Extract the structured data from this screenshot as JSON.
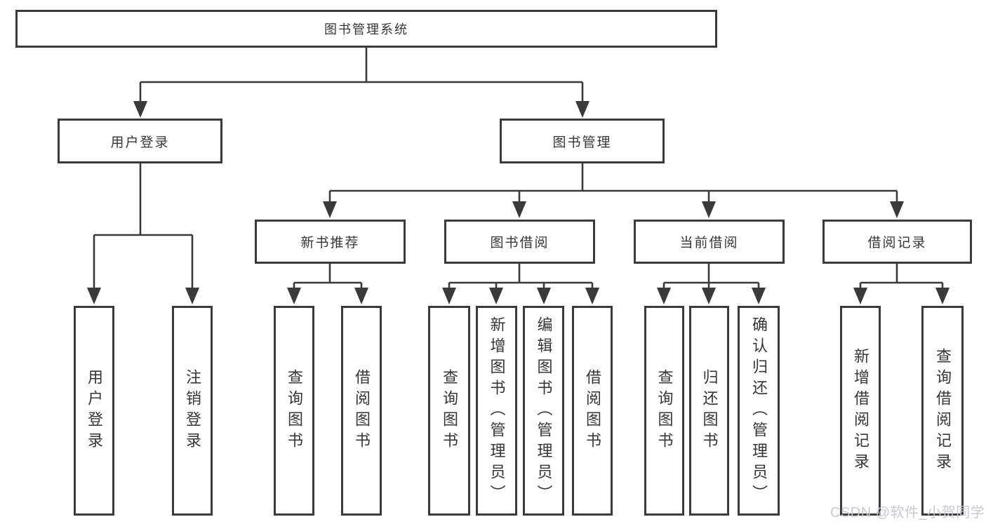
{
  "diagram": {
    "root": "图书管理系统",
    "user_login": {
      "label": "用户登录",
      "children": [
        "用户登录",
        "注销登录"
      ]
    },
    "book_mgmt": {
      "label": "图书管理",
      "sections": [
        {
          "label": "新书推荐",
          "children": [
            "查询图书",
            "借阅图书"
          ]
        },
        {
          "label": "图书借阅",
          "children": [
            "查询图书",
            "新增图书（管理员）",
            "编辑图书（管理员）",
            "借阅图书"
          ]
        },
        {
          "label": "当前借阅",
          "children": [
            "查询图书",
            "归还图书",
            "确认归还（管理员）"
          ]
        },
        {
          "label": "借阅记录",
          "children": [
            "新增借阅记录",
            "查询借阅记录"
          ]
        }
      ]
    }
  },
  "watermark": "CSDN @软件_小贺同学",
  "colors": {
    "line": "#3a3a3a",
    "box_border": "#3a3a3a",
    "text": "#363636",
    "watermark": "#c6c6ce",
    "background": "#ffffff"
  }
}
